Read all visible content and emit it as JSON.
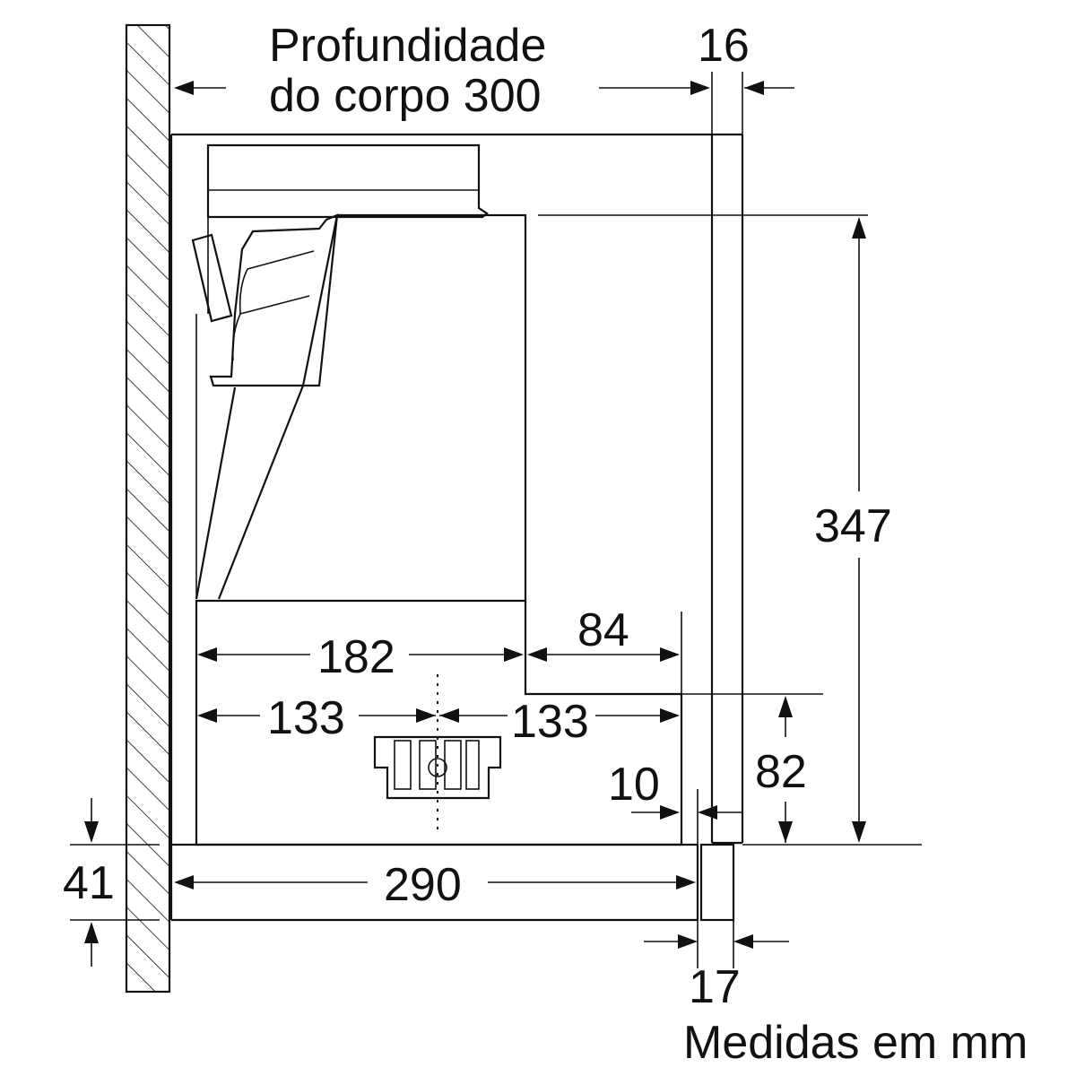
{
  "diagram": {
    "title_line1": "Profundidade",
    "title_line2": "do corpo 300",
    "footer": "Medidas em mm",
    "dimensions": {
      "top_right_offset": "16",
      "total_height": "347",
      "bottom_width_182": "182",
      "step_depth": "84",
      "left_half": "133",
      "right_half": "133",
      "step_height": "82",
      "front_gap": "10",
      "board_thickness": "41",
      "shelf_depth": "290",
      "front_offset": "17"
    }
  }
}
